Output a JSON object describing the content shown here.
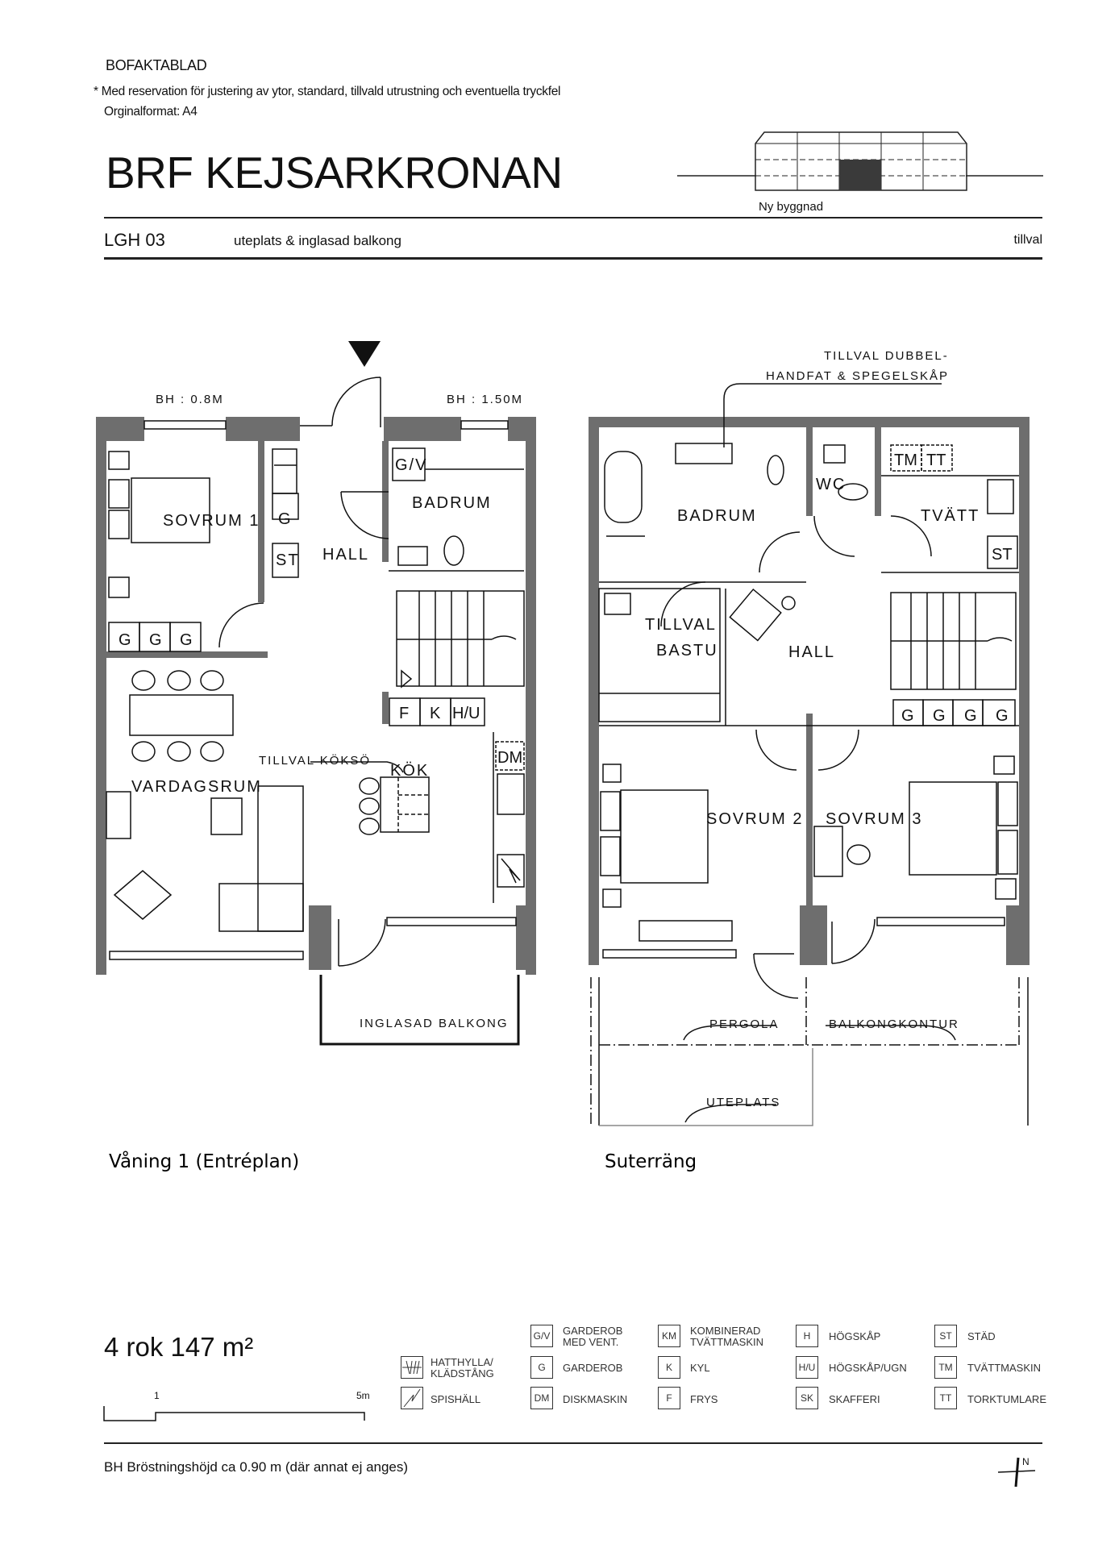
{
  "header": {
    "doc_type": "BOFAKTABLAD",
    "disclaimer": "* Med reservation för justering av ytor, standard, tillvald utrustning och eventuella tryckfel",
    "format": "Orginalformat: A4",
    "title": "BRF KEJSARKRONAN",
    "key_plan_label": "Ny byggnad",
    "apartment": "LGH 03",
    "subtitle": "uteplats & inglasad balkong",
    "option": "tillval"
  },
  "plan_upper": {
    "title": "Våning 1 (Entréplan)",
    "bh_left": "BH : 0.8M",
    "bh_right": "BH : 1.50M",
    "rooms": {
      "sovrum1": "SOVRUM 1",
      "hall": "HALL",
      "badrum": "BADRUM",
      "vardagsrum": "VARDAGSRUM",
      "kok": "KÖK",
      "koksö": "TILLVAL KÖKSÖ",
      "balkong": "INGLASAD BALKONG"
    },
    "codes": {
      "gv": "G/V",
      "g": "G",
      "st": "ST",
      "f": "F",
      "k": "K",
      "hu": "H/U",
      "dm": "DM"
    }
  },
  "plan_lower": {
    "title": "Suterräng",
    "note_line1": "TILLVAL DUBBEL-",
    "note_line2": "HANDFAT & SPEGELSKÅP",
    "rooms": {
      "badrum": "BADRUM",
      "wc": "WC",
      "tvatt": "TVÄTT",
      "bastu1": "TILLVAL",
      "bastu2": "BASTU",
      "hall": "HALL",
      "sovrum2": "SOVRUM 2",
      "sovrum3": "SOVRUM 3",
      "pergola": "PERGOLA",
      "balkongkontur": "BALKONGKONTUR",
      "uteplats": "UTEPLATS"
    },
    "codes": {
      "tm": "TM",
      "tt": "TT",
      "st": "ST",
      "g": "G"
    }
  },
  "summary": {
    "size": "4 rok 147 m²",
    "scale_1": "1",
    "scale_5": "5m"
  },
  "legend": [
    {
      "code": "G/V",
      "label": "GARDEROB MED VENT."
    },
    {
      "code": "G",
      "label": "GARDEROB"
    },
    {
      "code": "DM",
      "label": "DISKMASKIN"
    },
    {
      "code": "KM",
      "label": "KOMBINERAD TVÄTTMASKIN"
    },
    {
      "code": "K",
      "label": "KYL"
    },
    {
      "code": "F",
      "label": "FRYS"
    },
    {
      "code": "H",
      "label": "HÖGSKÅP"
    },
    {
      "code": "H/U",
      "label": "HÖGSKÅP/UGN"
    },
    {
      "code": "SK",
      "label": "SKAFFERI"
    },
    {
      "code": "ST",
      "label": "STÄD"
    },
    {
      "code": "TM",
      "label": "TVÄTTMASKIN"
    },
    {
      "code": "TT",
      "label": "TORKTUMLARE"
    }
  ],
  "legend_symbols": {
    "hatthylla": "HATTHYLLA/ KLÄDSTÅNG",
    "spishall": "SPISHÄLL"
  },
  "footer": {
    "bh_note": "BH Bröstningshöjd ca 0.90 m (där annat ej anges)",
    "north": "N"
  },
  "colors": {
    "wall": "#6e6e6e",
    "line": "#111111"
  }
}
